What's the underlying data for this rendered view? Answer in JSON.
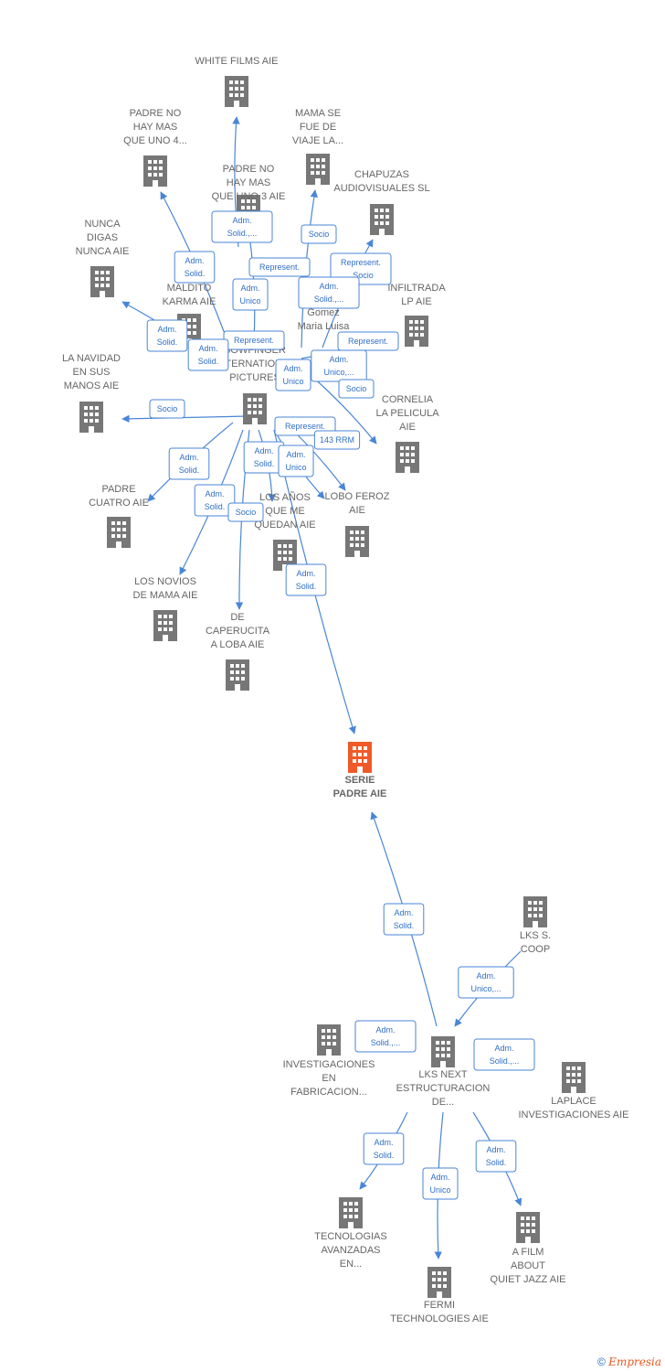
{
  "nodes": [
    {
      "id": "white",
      "label": [
        "WHITE FILMS AIE"
      ]
    },
    {
      "id": "pnhm4",
      "label": [
        "PADRE NO",
        "HAY MAS",
        "QUE UNO 4..."
      ]
    },
    {
      "id": "mama",
      "label": [
        "MAMA SE",
        "FUE DE",
        "VIAJE LA..."
      ]
    },
    {
      "id": "pnhm3",
      "label": [
        "PADRE NO",
        "HAY MAS",
        "QUE UNO 3 AIE"
      ]
    },
    {
      "id": "chapuzas",
      "label": [
        "CHAPUZAS",
        "AUDIOVISUALES SL"
      ]
    },
    {
      "id": "nunca",
      "label": [
        "NUNCA",
        "DIGAS",
        "NUNCA AIE"
      ]
    },
    {
      "id": "maldito",
      "label": [
        "MALDITO",
        "KARMA AIE"
      ]
    },
    {
      "id": "person",
      "label": [
        "G...",
        "Gomez",
        "Maria Luisa"
      ]
    },
    {
      "id": "infiltrada",
      "label": [
        "INFILTRADA",
        "LP AIE"
      ]
    },
    {
      "id": "navidad",
      "label": [
        "LA NAVIDAD",
        "EN SUS",
        "MANOS AIE"
      ]
    },
    {
      "id": "bowfinger",
      "label": [
        "BOWFINGER",
        "INTERNATIONAL",
        "PICTURES"
      ]
    },
    {
      "id": "cornelia",
      "label": [
        "CORNELIA",
        "LA PELICULA",
        "AIE"
      ]
    },
    {
      "id": "padrecuatro",
      "label": [
        "PADRE",
        "CUATRO AIE"
      ]
    },
    {
      "id": "losanos",
      "label": [
        "LOS AÑOS",
        "QUE ME",
        "QUEDAN AIE"
      ]
    },
    {
      "id": "lobo",
      "label": [
        "LOBO FEROZ",
        "AIE"
      ]
    },
    {
      "id": "novios",
      "label": [
        "LOS NOVIOS",
        "DE MAMA AIE"
      ]
    },
    {
      "id": "caperucita",
      "label": [
        "DE",
        "CAPERUCITA",
        "A LOBA AIE"
      ]
    },
    {
      "id": "serie",
      "label": [
        "SERIE",
        "PADRE AIE"
      ]
    },
    {
      "id": "lks",
      "label": [
        "LKS S.",
        "COOP"
      ]
    },
    {
      "id": "investigaciones",
      "label": [
        "INVESTIGACIONES",
        "EN",
        "FABRICACION..."
      ]
    },
    {
      "id": "lksnext",
      "label": [
        "LKS NEXT",
        "ESTRUCTURACION",
        "DE..."
      ]
    },
    {
      "id": "laplace",
      "label": [
        "LAPLACE",
        "INVESTIGACIONES AIE"
      ]
    },
    {
      "id": "tecnologias",
      "label": [
        "TECNOLOGIAS",
        "AVANZADAS",
        "EN..."
      ]
    },
    {
      "id": "fermi",
      "label": [
        "FERMI",
        "TECHNOLOGIES AIE"
      ]
    },
    {
      "id": "afilm",
      "label": [
        "A FILM",
        "ABOUT",
        "QUIET JAZZ AIE"
      ]
    }
  ],
  "relations": [
    {
      "label": [
        "Adm.",
        "Solid.,..."
      ]
    },
    {
      "label": [
        "Adm.",
        "Solid."
      ]
    },
    {
      "label": [
        "Socio"
      ]
    },
    {
      "label": [
        "Represent."
      ]
    },
    {
      "label": [
        "Represent.",
        ", Socio"
      ]
    },
    {
      "label": [
        "Adm.",
        "Unico"
      ]
    },
    {
      "label": [
        "Adm.",
        "Solid.,..."
      ]
    },
    {
      "label": [
        "Adm.",
        "Solid."
      ]
    },
    {
      "label": [
        "Represent."
      ]
    },
    {
      "label": [
        "Adm.",
        "Solid."
      ]
    },
    {
      "label": [
        "Represent."
      ]
    },
    {
      "label": [
        "Adm.",
        "Unico"
      ]
    },
    {
      "label": [
        "Adm.",
        "Unico,..."
      ]
    },
    {
      "label": [
        "Socio"
      ]
    },
    {
      "label": [
        "Socio"
      ]
    },
    {
      "label": [
        "Represent."
      ]
    },
    {
      "label": [
        "143 RRM"
      ]
    },
    {
      "label": [
        "Adm.",
        "Solid."
      ]
    },
    {
      "label": [
        "Adm.",
        "Solid."
      ]
    },
    {
      "label": [
        "Adm.",
        "Unico"
      ]
    },
    {
      "label": [
        "Adm.",
        "Solid."
      ]
    },
    {
      "label": [
        "Socio"
      ]
    },
    {
      "label": [
        "Adm.",
        "Solid."
      ]
    },
    {
      "label": [
        "Adm.",
        "Solid."
      ]
    },
    {
      "label": [
        "Adm.",
        "Unico,..."
      ]
    },
    {
      "label": [
        "Adm.",
        "Solid.,..."
      ]
    },
    {
      "label": [
        "Adm.",
        "Solid.,..."
      ]
    },
    {
      "label": [
        "Adm.",
        "Solid."
      ]
    },
    {
      "label": [
        "Adm.",
        "Unico"
      ]
    },
    {
      "label": [
        "Adm.",
        "Solid."
      ]
    }
  ],
  "colors": {
    "building": "#777777",
    "main_building": "#f05a28",
    "edge": "#4a86d6"
  },
  "footer": {
    "copyright": "©",
    "brand_first": "E",
    "brand_rest": "mpresia"
  }
}
